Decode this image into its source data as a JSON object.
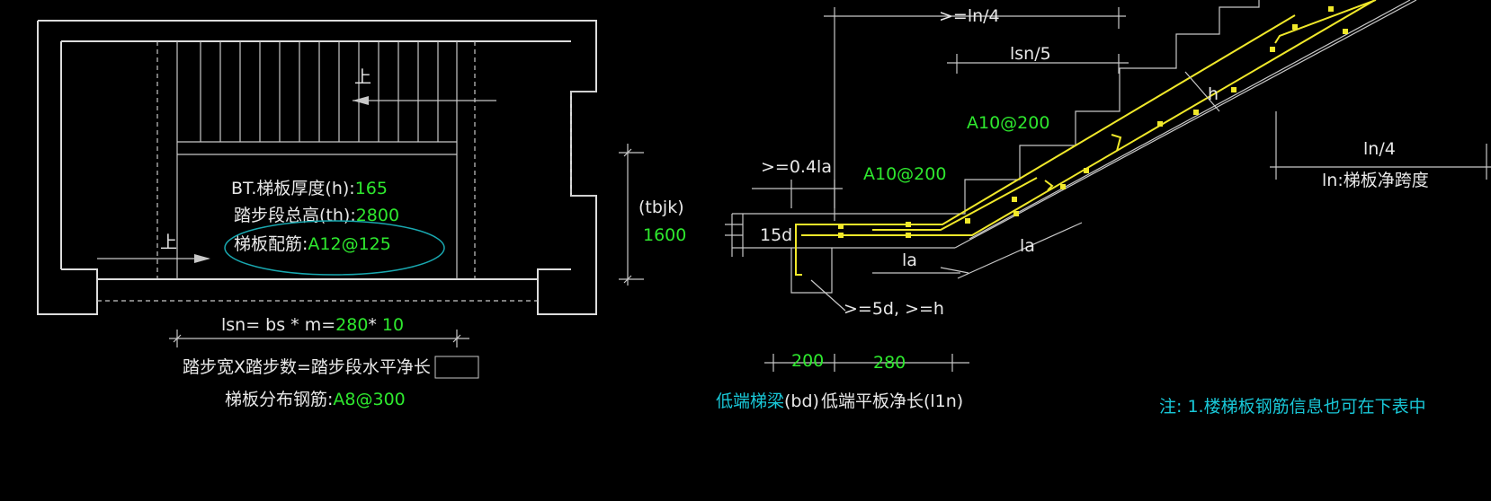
{
  "plan": {
    "up_mark_top": "上",
    "up_mark_left": "上",
    "bt_label": "BT.梯板厚度(h):",
    "bt_value": "165",
    "th_label": "踏步段总高(th):",
    "th_value": "2800",
    "rebar_label": "梯板配筋:",
    "rebar_value": "A12@125",
    "tbjk_label": "(tbjk)",
    "tbjk_value": "1600",
    "lsn_prefix": "lsn= bs * m=",
    "lsn_bs": "280",
    "lsn_mult": "*",
    "lsn_m": "10",
    "caption_line": "踏步宽X踏步数=踏步段水平净长",
    "dist_label": "梯板分布钢筋:",
    "dist_value": "A8@300"
  },
  "section": {
    "dim_ln4_top": ">=ln/4",
    "dim_lsn5": "lsn/5",
    "rebar_upper": "A10@200",
    "rebar_lower": "A10@200",
    "dim_041la": ">=0.4la",
    "dim_15d": "15d",
    "dim_la_1": "la",
    "dim_la_2": "la",
    "dim_h": "h",
    "dim_5d": ">=5d, >=h",
    "dim_200": "200",
    "dim_280": "280",
    "beam_label": "低端梯梁",
    "beam_suffix": "(bd)",
    "slab_label": "低端平板净长(l1n)",
    "ln4_right": "ln/4",
    "ln_def": "ln:梯板净跨度"
  },
  "note": "注: 1.楼梯板钢筋信息也可在下表中",
  "colors": {
    "background": "#000000",
    "line": "#dcdcdc",
    "value_green": "#2ee82e",
    "note_cyan": "#19c8d8",
    "rebar_yellow": "#f0e82a"
  }
}
